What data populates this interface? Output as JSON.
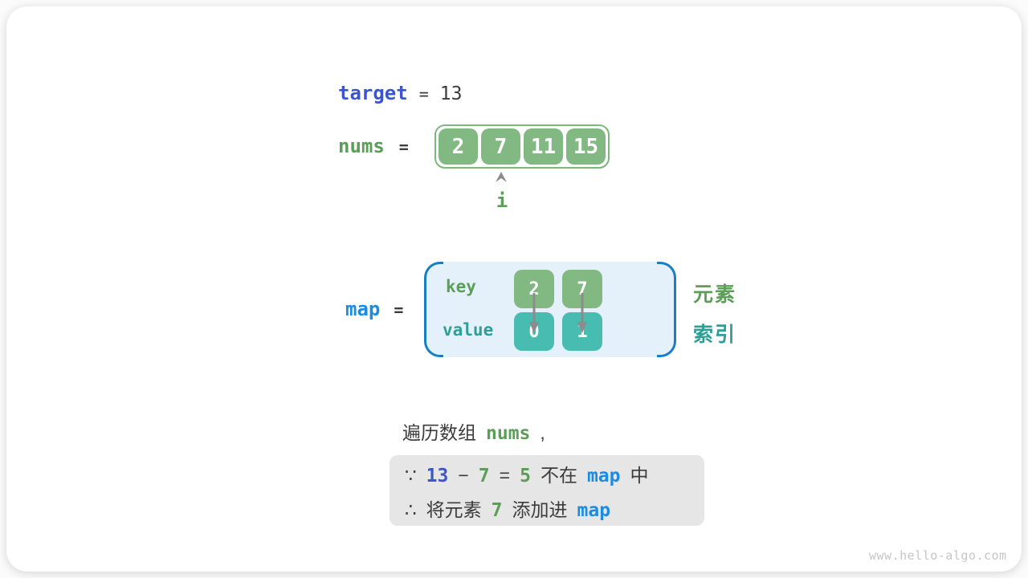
{
  "colors": {
    "indigo_blue": "#3b55cc",
    "azure_blue": "#1c8ce3",
    "bracket_blue": "#1a7ec5",
    "green_text": "#5a9e57",
    "green_fill": "#82b982",
    "teal_text": "#2f9f96",
    "teal_fill": "#48bcb0",
    "dark_text": "#3c3c3c",
    "note_bg": "#e6e6e6",
    "map_bg": "#e4f1fa"
  },
  "target_line": {
    "label": "target",
    "eq": "=",
    "value": "13"
  },
  "nums_line": {
    "label": "nums",
    "eq": "=",
    "cells": [
      "2",
      "7",
      "11",
      "15"
    ],
    "pointer_label": "i"
  },
  "map_section": {
    "label": "map",
    "eq": "=",
    "key_label": "key",
    "value_label": "value",
    "entries": [
      {
        "key": "2",
        "value": "0"
      },
      {
        "key": "7",
        "value": "1"
      }
    ],
    "element_label": "元素",
    "index_label": "索引"
  },
  "caption": {
    "prefix": "遍历数组",
    "code": "nums",
    "comma": ","
  },
  "note_box": {
    "line1": {
      "because": "∵",
      "minuend": "13",
      "minus": "−",
      "subtrahend": "7",
      "eq": "=",
      "difference": "5",
      "not_in": "不在",
      "map": "map",
      "in_suffix": "中"
    },
    "line2": {
      "therefore": "∴",
      "prefix": "将元素",
      "element": "7",
      "action": "添加进",
      "map": "map"
    }
  },
  "watermark": "www.hello-algo.com"
}
